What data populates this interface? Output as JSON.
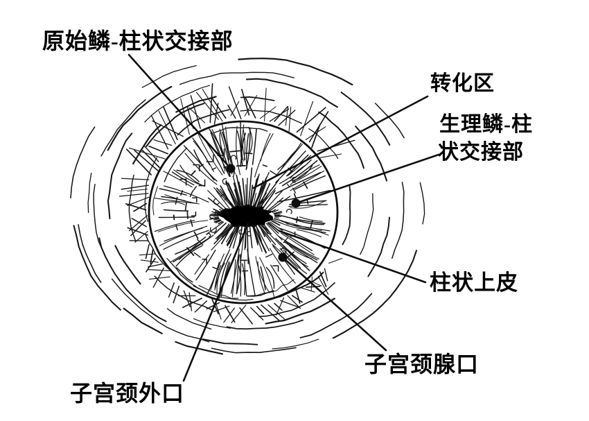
{
  "page": {
    "background_color": "#ffffff",
    "ink_color": "#000000"
  },
  "diagram": {
    "type": "hand-drawn anatomical sketch of the uterine cervix (transformation zone, front view)",
    "labels": {
      "original_scj": "原始鳞-柱状交接部",
      "transformation_zone": "转化区",
      "physiologic_scj_line1": "生理鳞-柱",
      "physiologic_scj_line2": "状交接部",
      "columnar_epithelium": "柱状上皮",
      "cervical_gland_opening": "子宫颈腺口",
      "external_cervical_os": "子宫颈外口"
    }
  }
}
